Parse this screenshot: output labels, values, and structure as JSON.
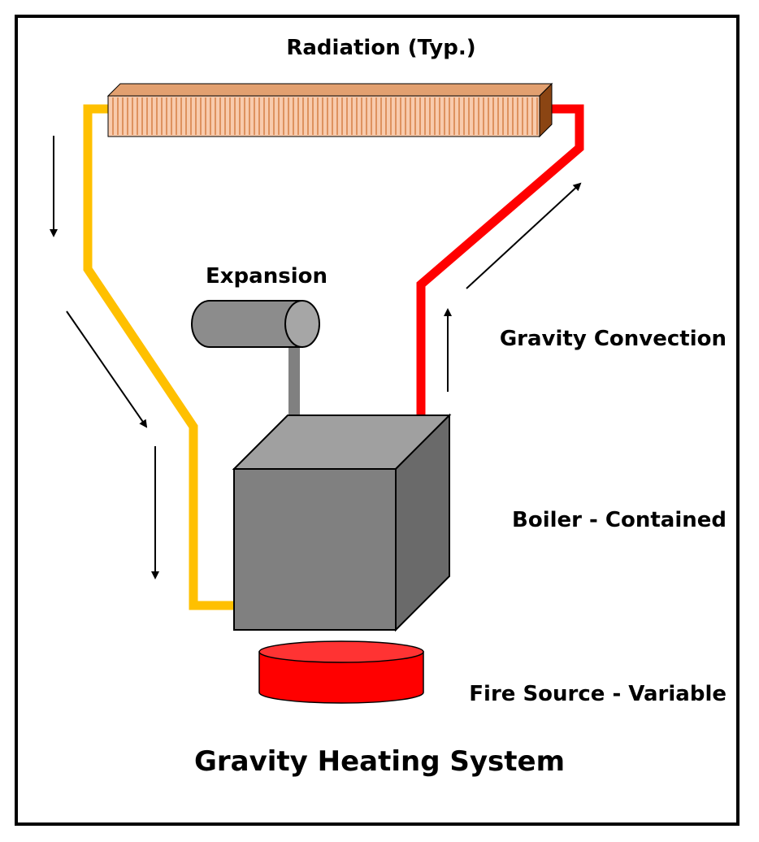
{
  "labels": {
    "radiation": "Radiation (Typ.)",
    "expansion": "Expansion",
    "gravity_convection": "Gravity Convection",
    "boiler": "Boiler - Contained",
    "fire": "Fire Source - Variable",
    "title": "Gravity Heating System"
  },
  "colors": {
    "return_pipe": "#FFC000",
    "supply_pipe": "#FF0000",
    "radiator_fill": "#F8CBAD",
    "radiator_fin": "#C55A11",
    "radiator_top": "#E2A070",
    "boiler_front": "#808080",
    "boiler_top": "#A0A0A0",
    "boiler_side": "#6A6A6A",
    "fire_body": "#FF0000",
    "fire_top": "#FF3333",
    "expansion_tank": "#8C8C8C",
    "frame": "#000000"
  },
  "icons": [
    "down-arrow",
    "diagonal-arrow",
    "up-arrow"
  ]
}
